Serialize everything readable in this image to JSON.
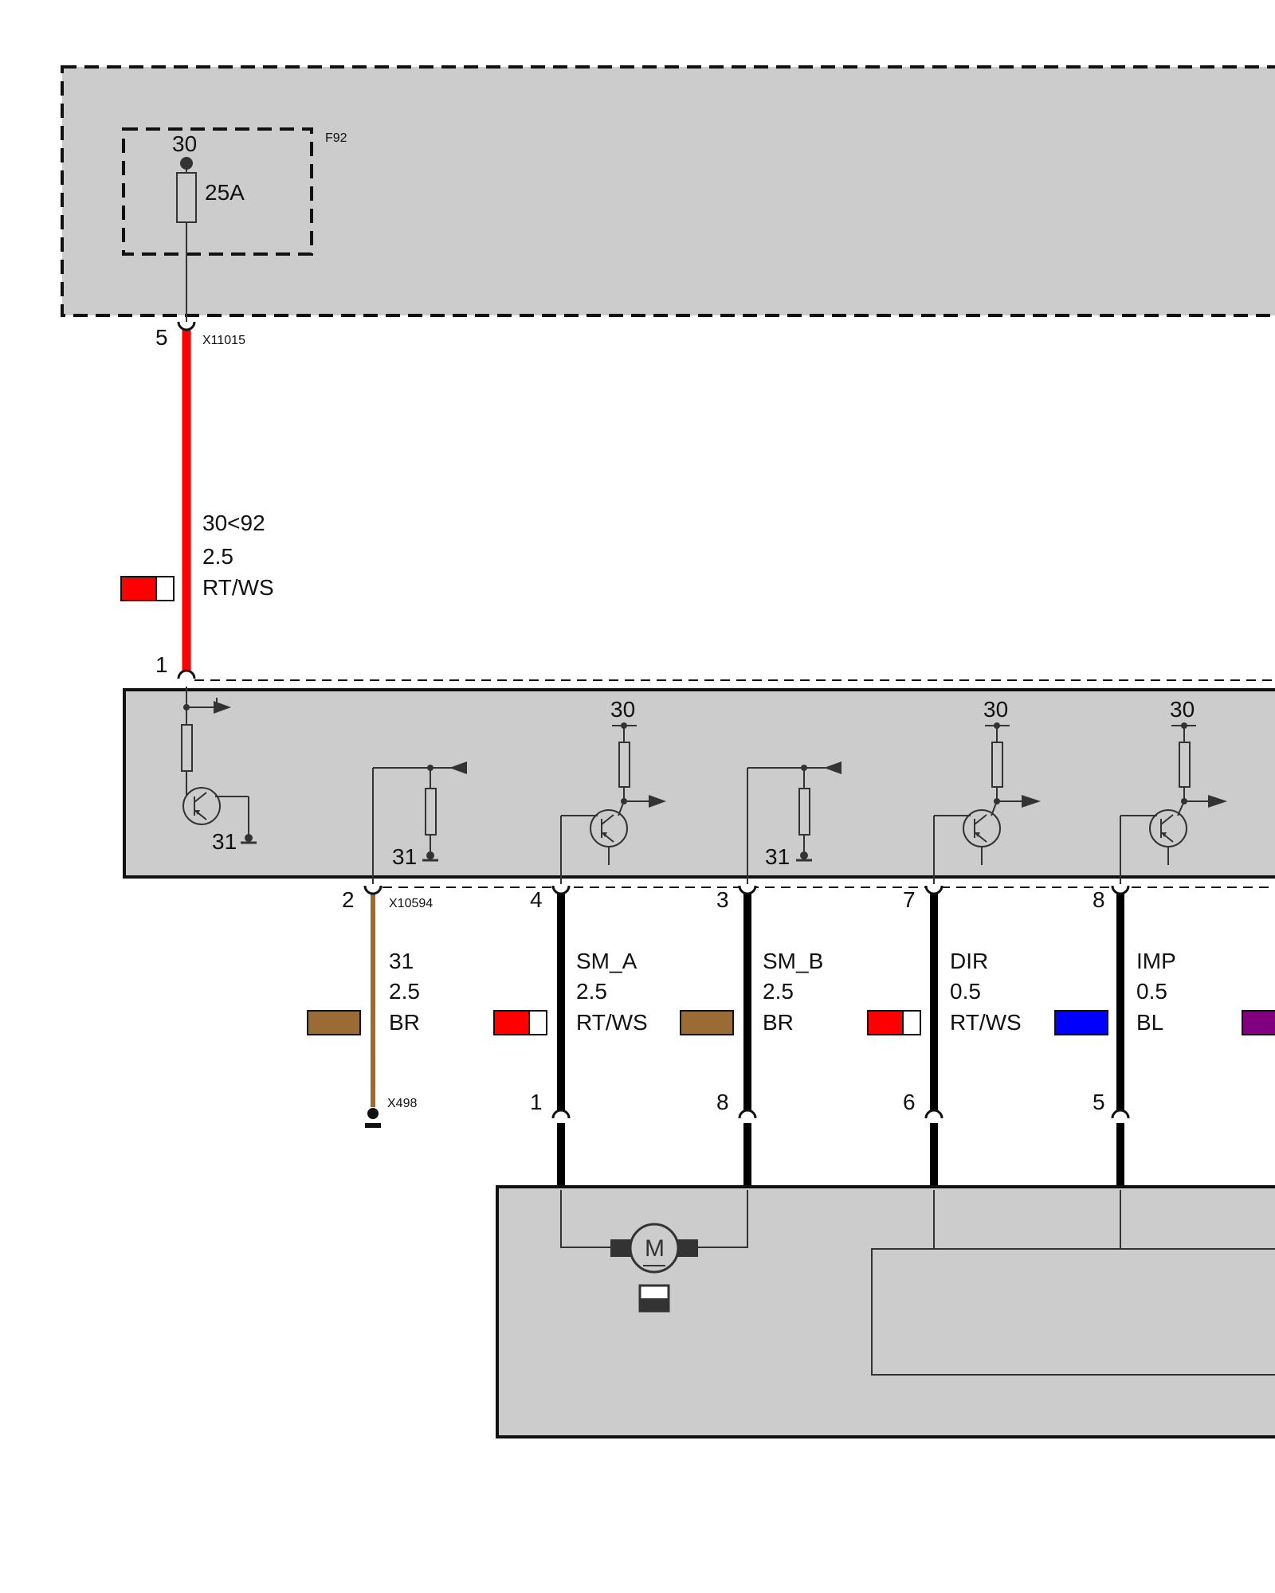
{
  "fuse": {
    "ref": "F92",
    "terminal": "30",
    "rating": "25A",
    "connector": "X11015",
    "pin_out": "5"
  },
  "main_wire": {
    "pin_in": "1",
    "line1": "30<92",
    "line2": "2.5",
    "line3": "RT/WS",
    "swatch_colors": [
      "#ff0000",
      "#ffffff"
    ]
  },
  "module": {
    "internal_labels": {
      "ground_1": "31",
      "ground_2": "31",
      "ground_3": "31",
      "supply_1": "30",
      "supply_2": "30",
      "supply_3": "30"
    }
  },
  "ground_wire": {
    "pin_top": "2",
    "connector_top": "X10594",
    "line1": "31",
    "line2": "2.5",
    "line3": "BR",
    "connector_bottom": "X498",
    "swatch_colors": [
      "#9a6b34"
    ],
    "wire_color": "#9a6b34"
  },
  "signal_wires": [
    {
      "pin_top": "4",
      "pin_bottom": "1",
      "line1": "SM_A",
      "line2": "2.5",
      "line3": "RT/WS",
      "swatch_colors": [
        "#ff0000",
        "#ffffff"
      ]
    },
    {
      "pin_top": "3",
      "pin_bottom": "8",
      "line1": "SM_B",
      "line2": "2.5",
      "line3": "BR",
      "swatch_colors": [
        "#9a6b34"
      ]
    },
    {
      "pin_top": "7",
      "pin_bottom": "6",
      "line1": "DIR",
      "line2": "0.5",
      "line3": "RT/WS",
      "swatch_colors": [
        "#ff0000",
        "#ffffff"
      ]
    },
    {
      "pin_top": "8",
      "pin_bottom": "5",
      "line1": "IMP",
      "line2": "0.5",
      "line3": "BL",
      "swatch_colors": [
        "#0000ff"
      ]
    },
    {
      "swatch_colors": [
        "#800080"
      ]
    }
  ],
  "motor": {
    "symbol": "M"
  },
  "colors": {
    "housing_fill": "#cccccc",
    "power_wire": "#ff0000",
    "signal_wire": "#000000"
  }
}
